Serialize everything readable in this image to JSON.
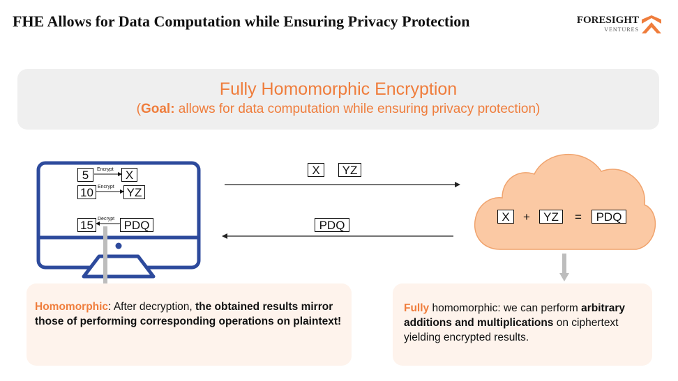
{
  "header": {
    "title": "FHE Allows for Data Computation while Ensuring Privacy Protection",
    "logo_main": "FORESIGHT",
    "logo_sub": "VENTURES"
  },
  "banner": {
    "heading": "Fully Homomorphic Encryption",
    "sub_open": "(",
    "sub_goal": "Goal:",
    "sub_rest": " allows for data computation while ensuring privacy protection)"
  },
  "monitor": {
    "rows": [
      {
        "plain": "5",
        "op": "Encrypt",
        "cipher": "X"
      },
      {
        "plain": "10",
        "op": "Encrypt",
        "cipher": "YZ"
      },
      {
        "plain": "15",
        "op": "Decrypt",
        "cipher": "PDQ"
      }
    ]
  },
  "transfer": {
    "upload": [
      "X",
      "YZ"
    ],
    "download": [
      "PDQ"
    ]
  },
  "cloud": {
    "left": "X",
    "plus": "+",
    "right": "YZ",
    "equals": "=",
    "result": "PDQ"
  },
  "left_card": {
    "lead": "Homomorphic",
    "part1": ": After decryption, ",
    "bold1": "the obtained results mirror those of performing corresponding operations on plaintext!"
  },
  "right_card": {
    "lead": "Fully",
    "part1": " homomorphic: we can perform ",
    "bold1": "arbitrary additions and multiplications",
    "part2": " on ciphertext yielding encrypted results."
  },
  "colors": {
    "accent": "#ef7d3c",
    "monitor_blue": "#2d4a9c",
    "cloud_fill": "#fbc9a4",
    "card_bg": "#fef3ec",
    "banner_bg": "#efefef",
    "arrow_gray": "#bdbdbd"
  }
}
